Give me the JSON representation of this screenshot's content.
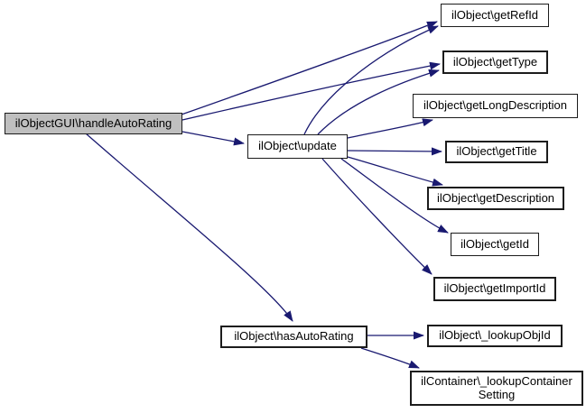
{
  "diagram": {
    "kind": "call-graph",
    "colors": {
      "edge": "#191970",
      "node_fill": "#ffffff",
      "node_border": "#1c1c1c",
      "current_node_fill": "#bfbfbf",
      "text": "#000000",
      "background": "#ffffff"
    },
    "nodes": [
      {
        "id": "handleAutoRating",
        "label": "ilObjectGUI\\handleAutoRating",
        "current": true
      },
      {
        "id": "update",
        "label": "ilObject\\update"
      },
      {
        "id": "getRefId",
        "label": "ilObject\\getRefId"
      },
      {
        "id": "getType",
        "label": "ilObject\\getType"
      },
      {
        "id": "getLongDescription",
        "label": "ilObject\\getLongDescription"
      },
      {
        "id": "getTitle",
        "label": "ilObject\\getTitle"
      },
      {
        "id": "getDescription",
        "label": "ilObject\\getDescription"
      },
      {
        "id": "getId",
        "label": "ilObject\\getId"
      },
      {
        "id": "getImportId",
        "label": "ilObject\\getImportId"
      },
      {
        "id": "hasAutoRating",
        "label": "ilObject\\hasAutoRating"
      },
      {
        "id": "_lookupObjId",
        "label": "ilObject\\_lookupObjId"
      },
      {
        "id": "_lookupContainerSetting",
        "label": "ilContainer\\_lookupContainerSetting",
        "lines": [
          "ilContainer\\_lookupContainer",
          "Setting"
        ]
      }
    ],
    "edges": [
      {
        "from": "handleAutoRating",
        "to": "getRefId"
      },
      {
        "from": "handleAutoRating",
        "to": "getType"
      },
      {
        "from": "handleAutoRating",
        "to": "update"
      },
      {
        "from": "handleAutoRating",
        "to": "hasAutoRating"
      },
      {
        "from": "update",
        "to": "getRefId"
      },
      {
        "from": "update",
        "to": "getType"
      },
      {
        "from": "update",
        "to": "getLongDescription"
      },
      {
        "from": "update",
        "to": "getTitle"
      },
      {
        "from": "update",
        "to": "getDescription"
      },
      {
        "from": "update",
        "to": "getId"
      },
      {
        "from": "update",
        "to": "getImportId"
      },
      {
        "from": "hasAutoRating",
        "to": "_lookupObjId"
      },
      {
        "from": "hasAutoRating",
        "to": "_lookupContainerSetting"
      }
    ]
  }
}
